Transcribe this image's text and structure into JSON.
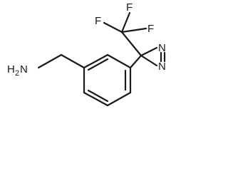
{
  "molecule": {
    "atoms": {
      "amine_h": "H",
      "amine_sub": "2",
      "amine_n": "N",
      "fluorine_top": "F",
      "fluorine_left": "F",
      "fluorine_right": "F",
      "diazirine_n_top": "N",
      "diazirine_n_bottom": "N"
    }
  }
}
